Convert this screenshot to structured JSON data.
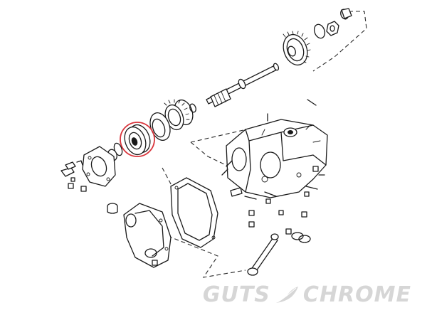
{
  "watermark": {
    "word_left": "GUTS",
    "word_right": "CHROME",
    "color": "#d6d6d6"
  },
  "highlight": {
    "part": "bearing",
    "color": "#d9343b"
  },
  "icons": [
    "bearing-highlight-circle",
    "feather-icon"
  ]
}
